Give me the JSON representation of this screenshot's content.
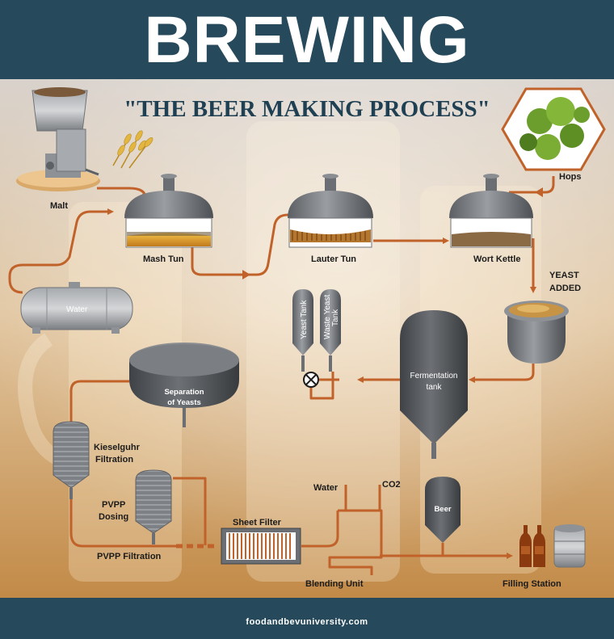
{
  "header": {
    "title": "BREWING"
  },
  "subtitle": "\"THE BEER MAKING PROCESS\"",
  "footer": {
    "site": "foodandbevuniversity.com"
  },
  "colors": {
    "header_bg": "#264a5c",
    "pipe": "#c0622a",
    "equipment": "#6b6e72"
  },
  "icons": [
    "grain-mill-icon",
    "wheat-icon",
    "hops-icon",
    "valve-icon",
    "bottle-icon",
    "keg-icon"
  ],
  "stages": {
    "malt": "Malt",
    "hops": "Hops",
    "water": "Water",
    "mash_tun": "Mash Tun",
    "lauter_tun": "Lauter Tun",
    "wort_kettle": "Wort Kettle",
    "yeast_added": [
      "YEAST",
      "ADDED"
    ],
    "yeast_tank": "Yeast Tank",
    "waste_yeast_tank": [
      "Waste Yeast",
      "Tank"
    ],
    "fermentation_tank": [
      "Fermentation",
      "tank"
    ],
    "separation": [
      "Separation",
      "of Yeasts"
    ],
    "kieselguhr": [
      "Kieselguhr",
      "Filtration"
    ],
    "pvpp_dosing": [
      "PVPP",
      "Dosing"
    ],
    "pvpp_filtration": "PVPP Filtration",
    "sheet_filter": "Sheet Filter",
    "blend_water": "Water",
    "co2": "CO2",
    "blending_unit": "Blending Unit",
    "beer": "Beer",
    "filling_station": "Filling Station"
  }
}
